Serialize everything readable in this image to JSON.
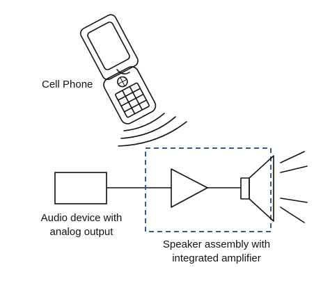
{
  "labels": {
    "cell_phone": "Cell Phone",
    "audio_device_line1": "Audio device with",
    "audio_device_line2": "analog output",
    "speaker_line1": "Speaker assembly with",
    "speaker_line2": "integrated amplifier"
  },
  "colors": {
    "stroke": "#111111",
    "dashed_box": "#2f5f8a",
    "text": "#111111"
  }
}
